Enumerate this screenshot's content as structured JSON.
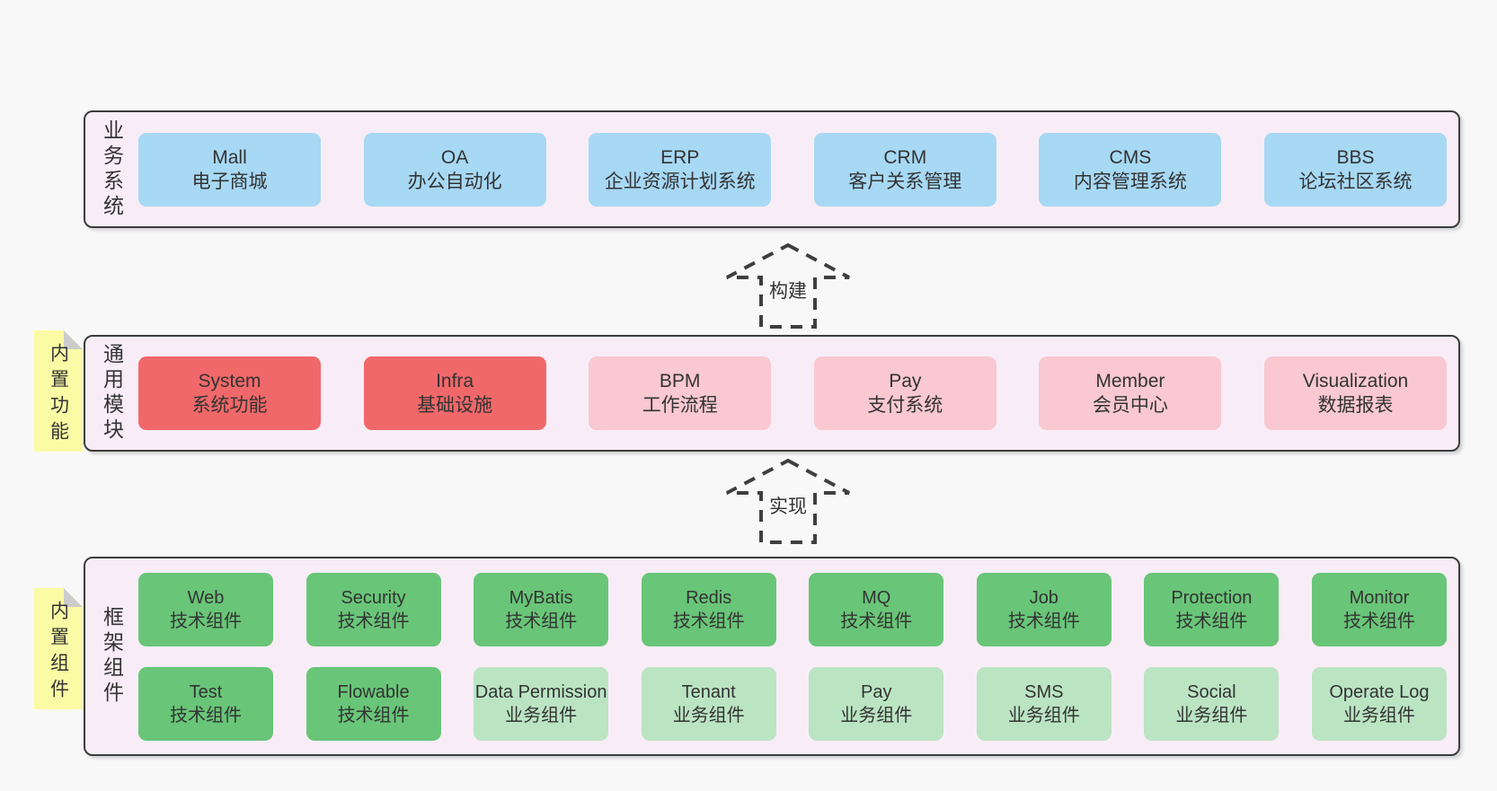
{
  "palette": {
    "canvas_bg": "#f8f8f8",
    "band_bg": "#f8edf7",
    "band_border": "#3c3c3c",
    "text": "#333333",
    "blue": "#a7d8f4",
    "red": "#f1686a",
    "pink": "#f9c8d1",
    "green": "#69c578",
    "green_light": "#bbe4c3",
    "sticky_bg": "#fbfba5",
    "sticky_fold": "#cccccc"
  },
  "bands": [
    {
      "id": "business-systems",
      "label": "业务系统",
      "sticky": null,
      "rows": [
        [
          {
            "name": "Mall",
            "sub": "电子商城",
            "variant": "blue"
          },
          {
            "name": "OA",
            "sub": "办公自动化",
            "variant": "blue"
          },
          {
            "name": "ERP",
            "sub": "企业资源计划系统",
            "variant": "blue"
          },
          {
            "name": "CRM",
            "sub": "客户关系管理",
            "variant": "blue"
          },
          {
            "name": "CMS",
            "sub": "内容管理系统",
            "variant": "blue"
          },
          {
            "name": "BBS",
            "sub": "论坛社区系统",
            "variant": "blue"
          }
        ]
      ]
    },
    {
      "id": "common-modules",
      "label": "通用模块",
      "sticky": "内置功能",
      "rows": [
        [
          {
            "name": "System",
            "sub": "系统功能",
            "variant": "red"
          },
          {
            "name": "Infra",
            "sub": "基础设施",
            "variant": "red"
          },
          {
            "name": "BPM",
            "sub": "工作流程",
            "variant": "pink"
          },
          {
            "name": "Pay",
            "sub": "支付系统",
            "variant": "pink"
          },
          {
            "name": "Member",
            "sub": "会员中心",
            "variant": "pink"
          },
          {
            "name": "Visualization",
            "sub": "数据报表",
            "variant": "pink"
          }
        ]
      ]
    },
    {
      "id": "framework-components",
      "label": "框架组件",
      "sticky": "内置组件",
      "rows": [
        [
          {
            "name": "Web",
            "sub": "技术组件",
            "variant": "green"
          },
          {
            "name": "Security",
            "sub": "技术组件",
            "variant": "green"
          },
          {
            "name": "MyBatis",
            "sub": "技术组件",
            "variant": "green"
          },
          {
            "name": "Redis",
            "sub": "技术组件",
            "variant": "green"
          },
          {
            "name": "MQ",
            "sub": "技术组件",
            "variant": "green"
          },
          {
            "name": "Job",
            "sub": "技术组件",
            "variant": "green"
          },
          {
            "name": "Protection",
            "sub": "技术组件",
            "variant": "green"
          },
          {
            "name": "Monitor",
            "sub": "技术组件",
            "variant": "green"
          }
        ],
        [
          {
            "name": "Test",
            "sub": "技术组件",
            "variant": "green"
          },
          {
            "name": "Flowable",
            "sub": "技术组件",
            "variant": "green"
          },
          {
            "name": "Data Permission",
            "sub": "业务组件",
            "variant": "green_light"
          },
          {
            "name": "Tenant",
            "sub": "业务组件",
            "variant": "green_light"
          },
          {
            "name": "Pay",
            "sub": "业务组件",
            "variant": "green_light"
          },
          {
            "name": "SMS",
            "sub": "业务组件",
            "variant": "green_light"
          },
          {
            "name": "Social",
            "sub": "业务组件",
            "variant": "green_light"
          },
          {
            "name": "Operate Log",
            "sub": "业务组件",
            "variant": "green_light"
          }
        ]
      ]
    }
  ],
  "arrows": [
    {
      "label": "构建"
    },
    {
      "label": "实现"
    }
  ]
}
